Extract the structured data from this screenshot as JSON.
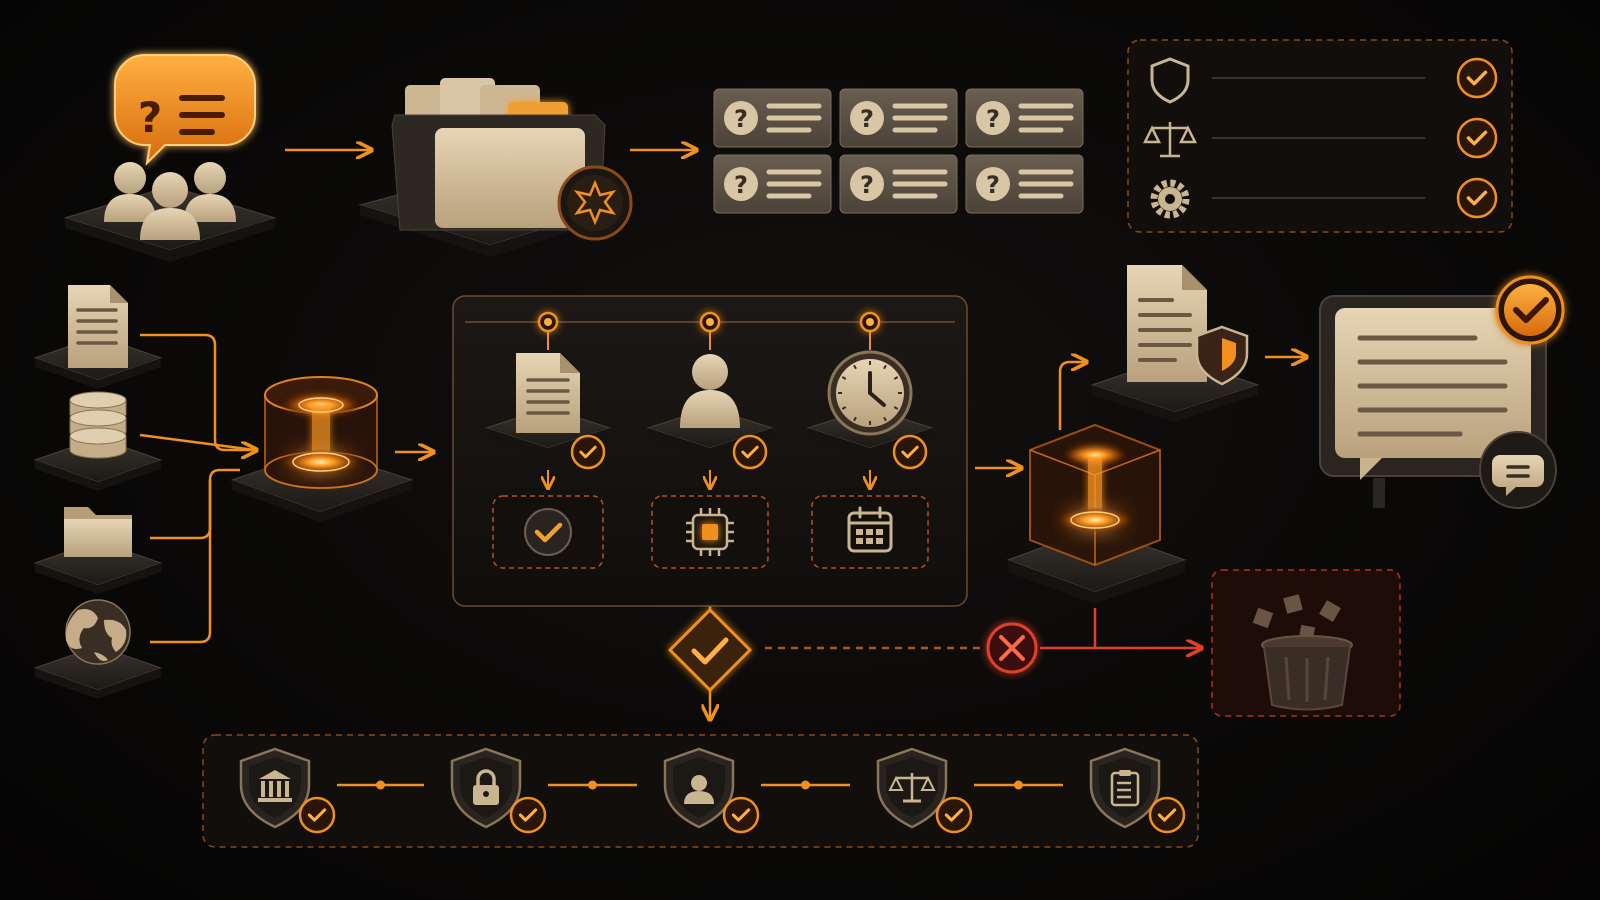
{
  "canvas": {
    "width": 1600,
    "height": 900
  },
  "colors": {
    "background": "#0b0a09",
    "accent": "#f0901e",
    "accent_glow": "#ff9a2a",
    "reject": "#e0402a",
    "tile_face": "#d9c6a4",
    "tile_dark": "#5a4f43",
    "panel_border": "#8a4a18"
  },
  "diagram": {
    "nodes": [
      {
        "id": "user-questions",
        "icon": "speech-bubble-question-icon"
      },
      {
        "id": "user-group",
        "icon": "users-group-icon"
      },
      {
        "id": "file-box",
        "icon": "file-box-icon"
      },
      {
        "id": "ai-badge",
        "icon": "sparkle-badge-icon"
      },
      {
        "id": "question-cards",
        "icon": "question-card-icon",
        "count": 6
      },
      {
        "id": "policy-checklist",
        "icons": [
          "shield-icon",
          "scales-icon",
          "gear-icon"
        ],
        "state": "all-checked"
      },
      {
        "id": "source-documents",
        "icon": "document-icon"
      },
      {
        "id": "source-database",
        "icon": "database-icon"
      },
      {
        "id": "source-folder",
        "icon": "folder-icon"
      },
      {
        "id": "source-web",
        "icon": "globe-icon"
      },
      {
        "id": "vector-store",
        "icon": "glowing-cylinder-icon"
      },
      {
        "id": "validation-panel",
        "steps": [
          {
            "icon": "document-icon",
            "result_icon": "check-circle-icon"
          },
          {
            "icon": "user-icon",
            "result_icon": "chip-icon"
          },
          {
            "icon": "clock-icon",
            "result_icon": "calendar-icon"
          }
        ]
      },
      {
        "id": "decision",
        "icon": "diamond-check-icon"
      },
      {
        "id": "reject-marker",
        "icon": "x-circle-icon"
      },
      {
        "id": "trash",
        "icon": "trash-bin-icon"
      },
      {
        "id": "processing-cube",
        "icon": "glowing-cube-icon"
      },
      {
        "id": "protected-document",
        "icon": "document-shield-icon"
      },
      {
        "id": "approved-response",
        "icon": "chat-window-check-icon"
      },
      {
        "id": "compliance-chain",
        "icons": [
          "bank-shield-icon",
          "lock-shield-icon",
          "user-shield-icon",
          "scales-shield-icon",
          "clipboard-shield-icon"
        ],
        "state": "all-checked"
      }
    ]
  }
}
